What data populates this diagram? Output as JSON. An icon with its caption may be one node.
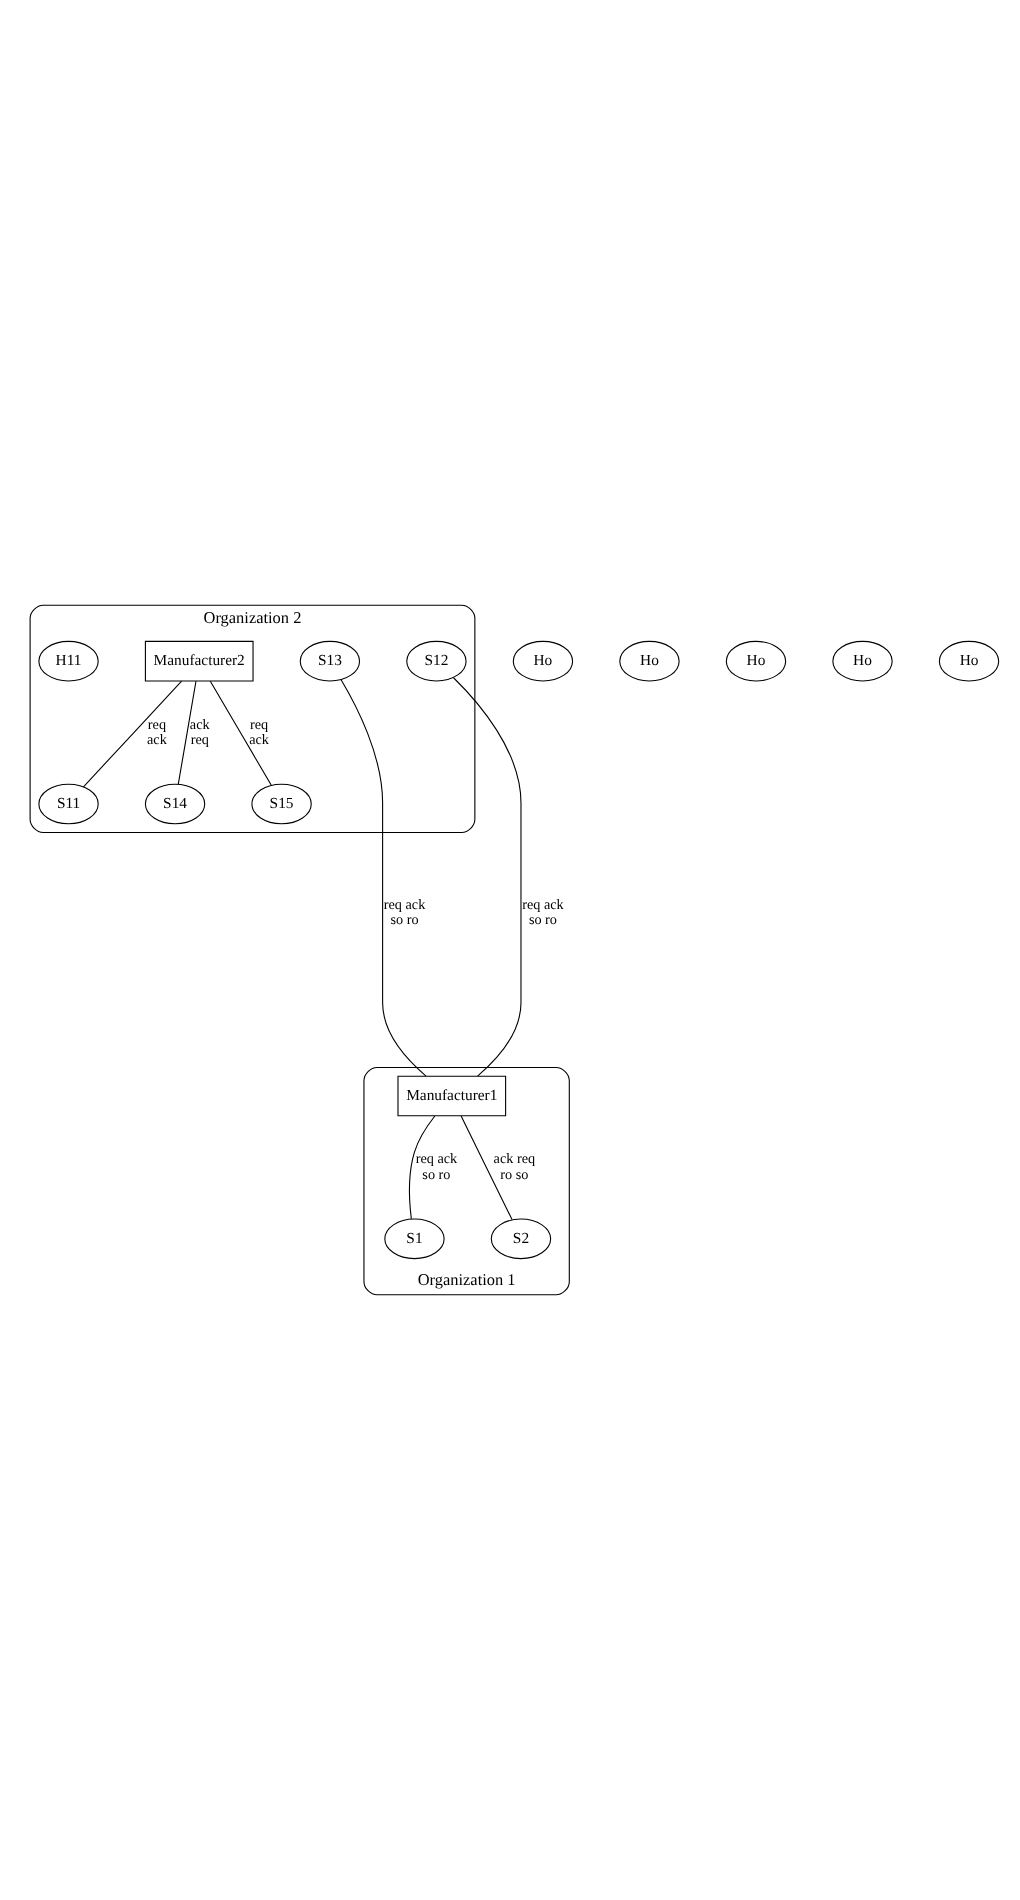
{
  "diagram": {
    "nodes": [
      {
        "text": [
          "Organization 2"
        ]
      },
      {
        "text": [
          "Manufacturer2"
        ],
        "in": 0
      },
      {
        "text": [
          "S11"
        ],
        "in": 0
      },
      {
        "text": [
          "S14"
        ],
        "in": 0
      },
      {
        "text": [
          "S15"
        ],
        "in": 0
      },
      {
        "text": [
          "S13"
        ],
        "in": 0
      },
      {
        "text": [
          "S12"
        ],
        "in": 0
      },
      {
        "text": [
          "H11"
        ],
        "in": 0
      },
      {
        "text": [
          "Ho"
        ]
      },
      {
        "text": [
          "Ho"
        ]
      },
      {
        "text": [
          "Ho"
        ]
      },
      {
        "text": [
          "Ho"
        ]
      },
      {
        "text": [
          "Ho"
        ]
      },
      {
        "text": [
          "Organization 1"
        ]
      },
      {
        "text": [
          "Manufacturer1"
        ],
        "in": 13
      },
      {
        "text": [
          "S1"
        ],
        "in": 13
      },
      {
        "text": [
          "S2"
        ],
        "in": 13
      }
    ],
    "edges": [
      {
        "from": 1,
        "to": 2,
        "arrow": "none",
        "label": "req ack"
      },
      {
        "from": 1,
        "to": 3,
        "arrow": "none",
        "label": "ack req"
      },
      {
        "from": 1,
        "to": 4,
        "arrow": "none",
        "label": "req ack"
      },
      {
        "from": 6,
        "to": 14,
        "arrow": "none",
        "label": "req ack so ro"
      },
      {
        "from": 5,
        "to": 14,
        "arrow": "none",
        "label": "req ack so ro"
      },
      {
        "from": 14,
        "to": 15,
        "arrow": "none",
        "label": "req ack so ro"
      },
      {
        "from": 14,
        "to": 16,
        "arrow": "none",
        "label": "ack req ro so"
      }
    ]
  }
}
